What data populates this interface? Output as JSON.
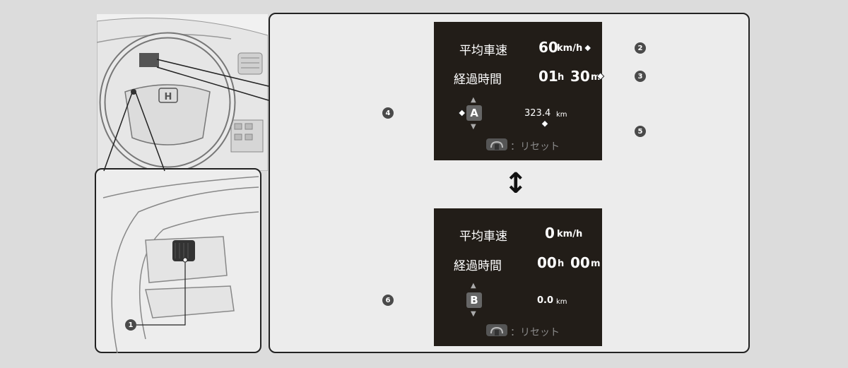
{
  "callouts": [
    "1",
    "2",
    "3",
    "4",
    "5",
    "6"
  ],
  "screen_top": {
    "avg_speed_label": "平均車速",
    "avg_speed_value": "60",
    "avg_speed_unit": "km/h",
    "elapsed_label": "経過時間",
    "elapsed_hours": "01",
    "hours_unit": "h",
    "elapsed_minutes": "30",
    "minutes_unit": "m",
    "trip_letter": "A",
    "distance_value": "323.4",
    "distance_unit": "km",
    "reset_label": "：リセット"
  },
  "screen_bottom": {
    "avg_speed_label": "平均車速",
    "avg_speed_value": "0",
    "avg_speed_unit": "km/h",
    "elapsed_label": "経過時間",
    "elapsed_hours": "00",
    "hours_unit": "h",
    "elapsed_minutes": "00",
    "minutes_unit": "m",
    "trip_letter": "B",
    "distance_value": "0.0",
    "distance_unit": "km",
    "reset_label": "：リセット"
  },
  "toggle_arrow": "↕"
}
